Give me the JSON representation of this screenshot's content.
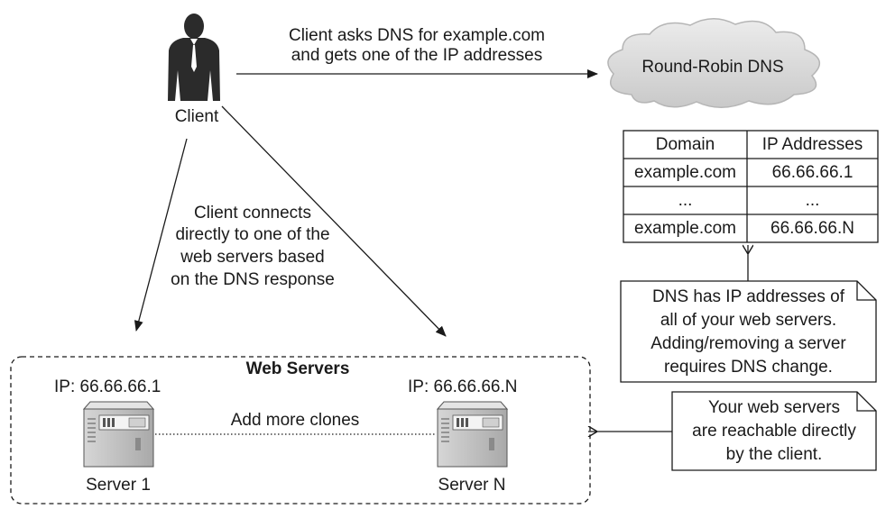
{
  "client": {
    "label": "Client",
    "request_text_line1": "Client asks DNS for example.com",
    "request_text_line2": "and gets one of the IP addresses",
    "connect_text": [
      "Client connects",
      "directly to one of the",
      "web servers based",
      "on the DNS response"
    ]
  },
  "dns": {
    "cloud_label": "Round-Robin DNS",
    "table": {
      "headers": [
        "Domain",
        "IP Addresses"
      ],
      "rows": [
        [
          "example.com",
          "66.66.66.1"
        ],
        [
          "...",
          "..."
        ],
        [
          "example.com",
          "66.66.66.N"
        ]
      ]
    },
    "note": [
      "DNS has IP addresses of",
      "all of your web servers.",
      "Adding/removing a server",
      "requires DNS change."
    ]
  },
  "web_servers": {
    "group_title": "Web Servers",
    "clone_text": "Add more clones",
    "servers": [
      {
        "ip": "IP: 66.66.66.1",
        "name": "Server 1"
      },
      {
        "ip": "IP: 66.66.66.N",
        "name": "Server N"
      }
    ],
    "note": [
      "Your web servers",
      "are reachable directly",
      "by the client."
    ]
  },
  "colors": {
    "ink": "#1a1a1a",
    "person": "#2b2b2b",
    "cloud": "#dcdcdc",
    "server": "#bfbfbf"
  }
}
